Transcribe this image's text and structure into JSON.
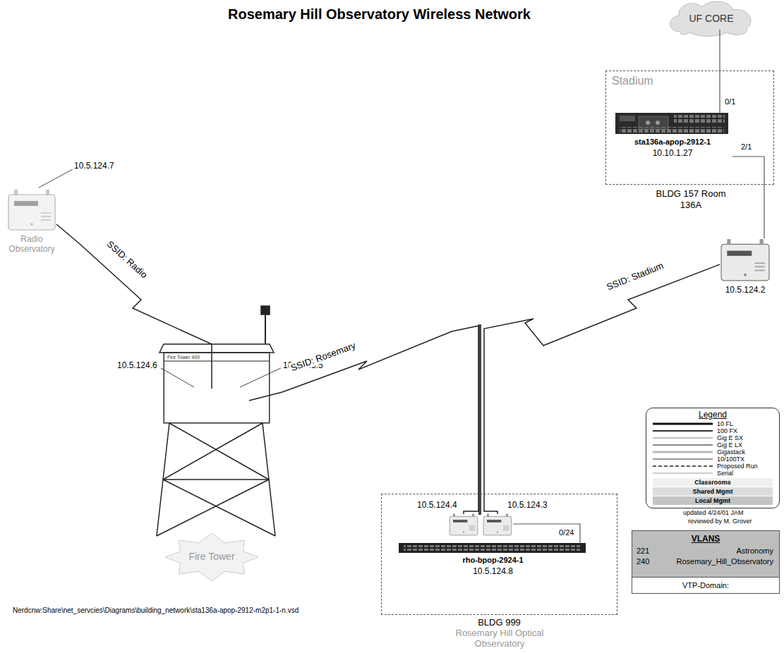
{
  "diagram": {
    "title": "Rosemary Hill Observatory Wireless Network",
    "nodes": [
      {
        "text": [
          "UF CORE"
        ]
      },
      {
        "text": [
          "Stadium",
          "BLDG 157 Room 136A"
        ]
      },
      {
        "text": [
          "sta136a-apop-2912-1",
          "10.10.1.27"
        ],
        "in": 1
      },
      {
        "text": [
          "10.5.124.2"
        ]
      },
      {
        "text": [
          "10.5.124.7",
          "Radio Observatory"
        ]
      },
      {
        "text": [
          "Fire Tower 400"
        ]
      },
      {
        "text": [
          "10.5.124.6"
        ],
        "in": 5
      },
      {
        "text": [
          "10.5.125.5"
        ],
        "in": 5
      },
      {
        "text": [
          "Fire Tower"
        ]
      },
      {
        "text": [
          "BLDG 999",
          "Rosemary Hill Optical Observatory"
        ]
      },
      {
        "text": [
          "10.5.124.4"
        ],
        "in": 9
      },
      {
        "text": [
          "10.5.124.3"
        ],
        "in": 9
      },
      {
        "text": [
          "rho-bpop-2924-1",
          "10.5.124.8"
        ],
        "in": 9
      },
      {
        "text": [
          "VLANS",
          "221",
          "Astronomy",
          "240",
          "Rosemary_Hill_Observatory",
          "VTP-Domain:"
        ]
      }
    ],
    "edges": [
      {
        "from": 0,
        "to": 2,
        "arrow": "none"
      },
      {
        "from": 2,
        "to": 3,
        "arrow": "none"
      },
      {
        "from": 4,
        "to": 6,
        "label": "SSID: Radio",
        "arrow": "none"
      },
      {
        "from": 7,
        "to": 10,
        "label": "SSID: Rosemary",
        "arrow": "none"
      },
      {
        "from": 3,
        "to": 11,
        "label": "SSID: Stadium",
        "arrow": "none"
      },
      {
        "from": 11,
        "to": 12,
        "arrow": "none"
      }
    ],
    "labels": [
      "0/1",
      "2/1",
      "0/24",
      "Legend",
      "updated 4/24/01 JAM",
      "reviewed by M. Grover",
      "Nerdcnw:Share\\net_servcies\\Diagrams\\building_network\\sta136a-apop-2912-m2p1-1-n.vsd"
    ],
    "legend": [
      {
        "text": "10 FL"
      },
      {
        "text": "100 FX"
      },
      {
        "text": "Gig E SX"
      },
      {
        "text": "Gig E LX"
      },
      {
        "text": "Gigastack"
      },
      {
        "text": "10/100TX"
      },
      {
        "text": "Proposed Run"
      },
      {
        "text": "Serial"
      },
      {
        "text": "Classrooms",
        "color": "#f0f0f0"
      },
      {
        "text": "Shared Mgmt",
        "color": "#dcdcdc"
      },
      {
        "text": "Local Mgmt",
        "color": "#c4c4c4"
      }
    ]
  }
}
